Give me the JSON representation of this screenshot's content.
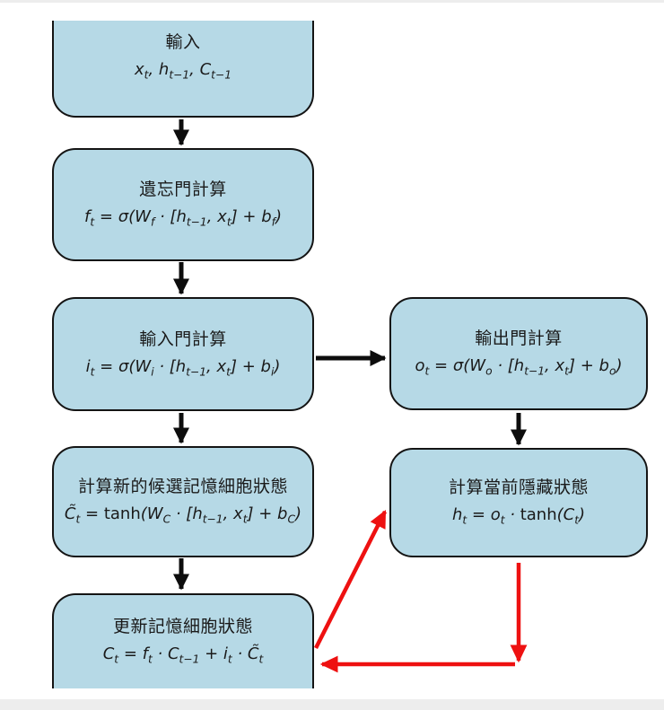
{
  "colors": {
    "box_fill": "#b6d9e6",
    "box_border": "#141414",
    "arrow_black": "#0d0d0d",
    "arrow_red": "#ee1111",
    "page_bg": "#ffffff",
    "strip": "#ededed",
    "text": "#1a1a1a"
  },
  "diagram": {
    "type": "flowchart",
    "nodes": {
      "input": {
        "title": "輸入",
        "formula": [
          {
            "t": "i",
            "v": "x"
          },
          {
            "t": "s",
            "v": "t"
          },
          {
            "t": "i",
            "v": ", h"
          },
          {
            "t": "s",
            "v": "t−1"
          },
          {
            "t": "i",
            "v": ", C"
          },
          {
            "t": "s",
            "v": "t−1"
          }
        ]
      },
      "forget_gate": {
        "title": "遺忘門計算",
        "formula": [
          {
            "t": "i",
            "v": "f"
          },
          {
            "t": "s",
            "v": "t"
          },
          {
            "t": "i",
            "v": " = σ(W"
          },
          {
            "t": "s",
            "v": "f"
          },
          {
            "t": "i",
            "v": " · [h"
          },
          {
            "t": "s",
            "v": "t−1"
          },
          {
            "t": "i",
            "v": ", x"
          },
          {
            "t": "s",
            "v": "t"
          },
          {
            "t": "i",
            "v": "] + b"
          },
          {
            "t": "s",
            "v": "f"
          },
          {
            "t": "i",
            "v": ")"
          }
        ]
      },
      "input_gate": {
        "title": "輸入門計算",
        "formula": [
          {
            "t": "i",
            "v": "i"
          },
          {
            "t": "s",
            "v": "t"
          },
          {
            "t": "i",
            "v": " = σ(W"
          },
          {
            "t": "s",
            "v": "i"
          },
          {
            "t": "i",
            "v": " · [h"
          },
          {
            "t": "s",
            "v": "t−1"
          },
          {
            "t": "i",
            "v": ", x"
          },
          {
            "t": "s",
            "v": "t"
          },
          {
            "t": "i",
            "v": "] + b"
          },
          {
            "t": "s",
            "v": "i"
          },
          {
            "t": "i",
            "v": ")"
          }
        ]
      },
      "output_gate": {
        "title": "輸出門計算",
        "formula": [
          {
            "t": "i",
            "v": "o"
          },
          {
            "t": "s",
            "v": "t"
          },
          {
            "t": "i",
            "v": " = σ(W"
          },
          {
            "t": "s",
            "v": "o"
          },
          {
            "t": "i",
            "v": " · [h"
          },
          {
            "t": "s",
            "v": "t−1"
          },
          {
            "t": "i",
            "v": ", x"
          },
          {
            "t": "s",
            "v": "t"
          },
          {
            "t": "i",
            "v": "] + b"
          },
          {
            "t": "s",
            "v": "o"
          },
          {
            "t": "i",
            "v": ")"
          }
        ]
      },
      "candidate_cell": {
        "title": "計算新的候選記憶細胞狀態",
        "formula": [
          {
            "t": "i",
            "v": "C̃"
          },
          {
            "t": "s",
            "v": "t"
          },
          {
            "t": "i",
            "v": " = "
          },
          {
            "t": "r",
            "v": "tanh"
          },
          {
            "t": "i",
            "v": "(W"
          },
          {
            "t": "s",
            "v": "C"
          },
          {
            "t": "i",
            "v": " · [h"
          },
          {
            "t": "s",
            "v": "t−1"
          },
          {
            "t": "i",
            "v": ", x"
          },
          {
            "t": "s",
            "v": "t"
          },
          {
            "t": "i",
            "v": "] + b"
          },
          {
            "t": "s",
            "v": "C"
          },
          {
            "t": "i",
            "v": ")"
          }
        ]
      },
      "hidden_state": {
        "title": "計算當前隱藏狀態",
        "formula": [
          {
            "t": "i",
            "v": "h"
          },
          {
            "t": "s",
            "v": "t"
          },
          {
            "t": "i",
            "v": " = o"
          },
          {
            "t": "s",
            "v": "t"
          },
          {
            "t": "i",
            "v": " · "
          },
          {
            "t": "r",
            "v": "tanh"
          },
          {
            "t": "i",
            "v": "(C"
          },
          {
            "t": "s",
            "v": "t"
          },
          {
            "t": "i",
            "v": ")"
          }
        ]
      },
      "update_cell": {
        "title": "更新記憶細胞狀態",
        "formula": [
          {
            "t": "i",
            "v": "C"
          },
          {
            "t": "s",
            "v": "t"
          },
          {
            "t": "i",
            "v": " = f"
          },
          {
            "t": "s",
            "v": "t"
          },
          {
            "t": "i",
            "v": " · C"
          },
          {
            "t": "s",
            "v": "t−1"
          },
          {
            "t": "i",
            "v": " + i"
          },
          {
            "t": "s",
            "v": "t"
          },
          {
            "t": "i",
            "v": " · C̃"
          },
          {
            "t": "s",
            "v": "t"
          }
        ]
      }
    },
    "edges": [
      {
        "from": "input",
        "to": "forget_gate",
        "color": "black"
      },
      {
        "from": "forget_gate",
        "to": "input_gate",
        "color": "black"
      },
      {
        "from": "input_gate",
        "to": "output_gate",
        "color": "black"
      },
      {
        "from": "input_gate",
        "to": "candidate_cell",
        "color": "black"
      },
      {
        "from": "candidate_cell",
        "to": "update_cell",
        "color": "black"
      },
      {
        "from": "output_gate",
        "to": "hidden_state",
        "color": "black"
      },
      {
        "from": "update_cell",
        "to": "hidden_state",
        "color": "red"
      },
      {
        "from": "hidden_state",
        "to": "update_cell",
        "color": "red"
      }
    ]
  }
}
